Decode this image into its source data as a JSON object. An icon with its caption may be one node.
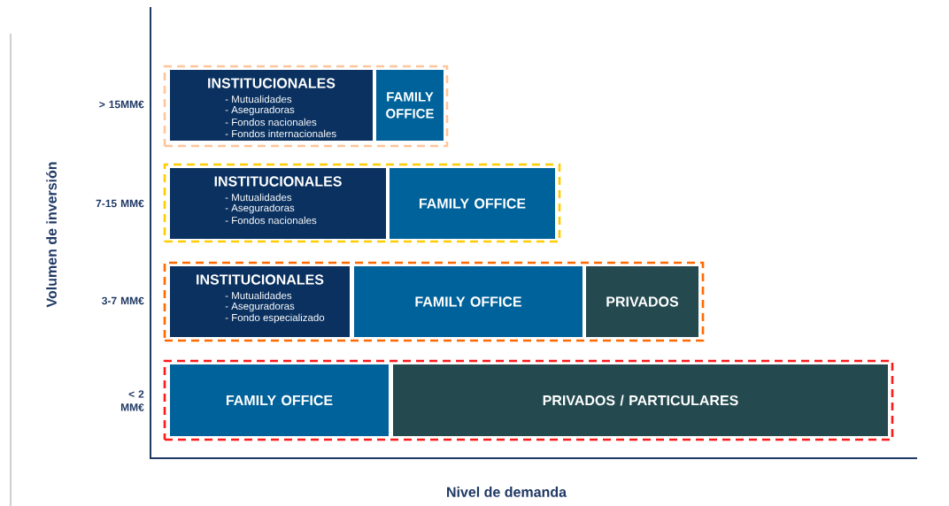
{
  "diagram": {
    "nodes": [
      {
        "text": [],
        "shape": "box"
      },
      {
        "text": [
          "INSTITUCIONALES",
          "- Mutualidades",
          "- Aseguradoras",
          "- Fondos nacionales",
          "- Fondos internacionales"
        ],
        "in": 0
      },
      {
        "text": [
          "FAMILY OFFICE"
        ],
        "in": 0
      },
      {
        "text": [],
        "shape": "box"
      },
      {
        "text": [
          "INSTITUCIONALES",
          "- Mutualidades",
          "- Aseguradoras",
          "- Fondos nacionales"
        ],
        "in": 3
      },
      {
        "text": [
          "FAMILY OFFICE"
        ],
        "in": 3
      },
      {
        "text": [],
        "shape": "box"
      },
      {
        "text": [
          "INSTITUCIONALES",
          "- Mutualidades",
          "- Aseguradoras",
          "- Fondo especializado"
        ],
        "in": 6
      },
      {
        "text": [
          "FAMILY OFFICE"
        ],
        "in": 6
      },
      {
        "text": [
          "PRIVADOS"
        ],
        "in": 6
      },
      {
        "text": [],
        "shape": "box"
      },
      {
        "text": [
          "FAMILY OFFICE"
        ],
        "in": 10
      },
      {
        "text": [
          "PRIVADOS / PARTICULARES"
        ],
        "in": 10
      }
    ],
    "labels": [
      "> 15MM€",
      "7-15 MM€",
      "3-7 MM€",
      "< 2 MM€",
      "Volumen de inversión",
      "Nivel de demanda"
    ]
  }
}
